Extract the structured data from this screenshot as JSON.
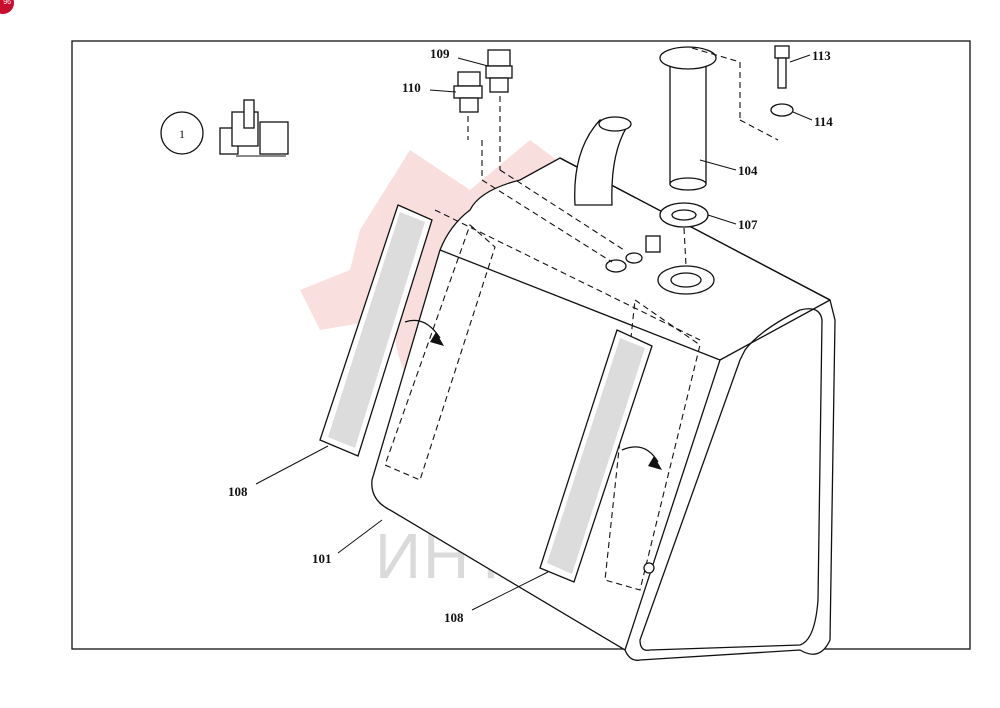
{
  "corner_badge": {
    "text": "96"
  },
  "watermark": {
    "text": "ИНТЕХ",
    "color": "#e03a3a"
  },
  "parts": {
    "p101": "101",
    "p104": "104",
    "p107": "107",
    "p108a": "108",
    "p108b": "108",
    "p109": "109",
    "p110": "110",
    "p113": "113",
    "p114": "114"
  },
  "view_marker": {
    "number": "1"
  }
}
